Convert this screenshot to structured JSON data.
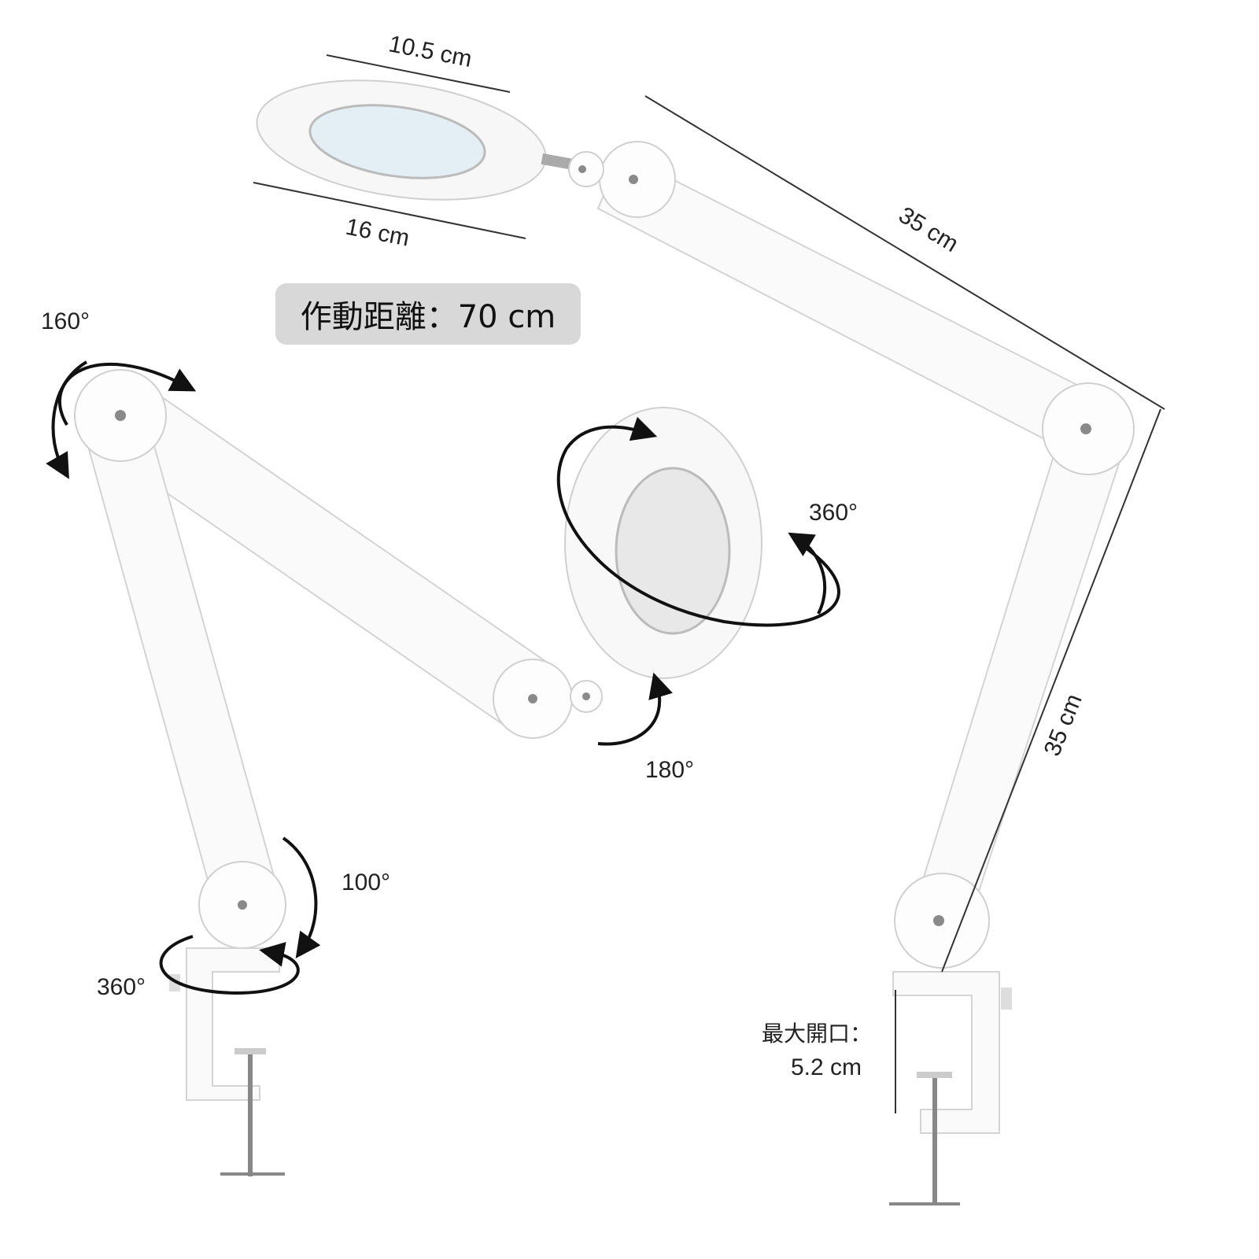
{
  "dimensions": {
    "head_inner": "10.5 cm",
    "head_outer": "16 cm",
    "upper_arm": "35 cm",
    "lower_arm": "35 cm",
    "clamp_label": "最大開口：",
    "clamp_value": "5.2 cm"
  },
  "working_distance": "作動距離：70 cm",
  "rotations": {
    "top_joint": "160°",
    "head_spin": "360°",
    "head_tilt": "180°",
    "base_joint": "100°",
    "base_swivel": "360°"
  },
  "colors": {
    "badge": "#d8d8d8",
    "product": "#fafafa",
    "arrows": "#111111"
  }
}
